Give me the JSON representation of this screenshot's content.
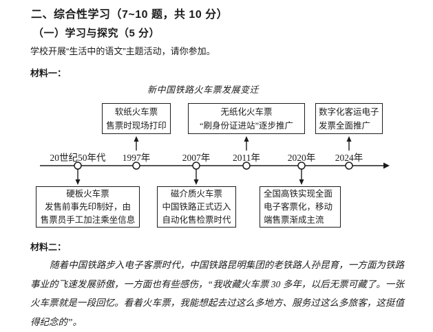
{
  "page": {
    "section_title": "二、综合性学习（7~10 题，共 10 分）",
    "subsection_title": "（一）学习与探究（5 分）",
    "intro": "学校开展“生活中的语文”主题活动，请你参加。",
    "material1_label": "材料一：",
    "material2_label": "材料二：",
    "material2_text": "随着中国铁路步入电子客票时代，中国铁路昆明集团的老铁路人孙昆育，一方面为铁路事业的飞速发展骄傲，一方面也有些感伤，“我收藏火车票 30 多年，以后无票可藏了。一张火车票就是一段回忆。看着火车票，我能想起去过这么多地方、服务过这么多旅客，这挺值得纪念的”。"
  },
  "diagram": {
    "title": "新中国铁路火车票发展变迁",
    "years": [
      "20世纪50年代",
      "1997年",
      "2007年",
      "2011年",
      "2020年",
      "2024年"
    ],
    "top_boxes": [
      {
        "linked_year": "1997年",
        "line1": "软纸火车票",
        "line2": "售票时现场打印"
      },
      {
        "linked_year": "2011年",
        "line1": "无纸化火车票",
        "line2": "“刷身份证进站”逐步推广"
      },
      {
        "linked_year": "2024年",
        "line1": "数字化客运电子",
        "line2": "发票全面推广"
      }
    ],
    "bottom_boxes": [
      {
        "linked_year": "20世纪50年代",
        "line1": "硬板火车票",
        "line2": "发售前事先印制好，由",
        "line3": "售票员手工加注乘坐信息"
      },
      {
        "linked_year": "2007年",
        "line1": "磁介质火车票",
        "line2": "中国铁路正式迈入",
        "line3": "自动化售检票时代"
      },
      {
        "linked_year": "2020年",
        "line1": "全国高铁实现全面",
        "line2": "电子客票化，移动",
        "line3": "端售票渐成主流"
      }
    ]
  }
}
